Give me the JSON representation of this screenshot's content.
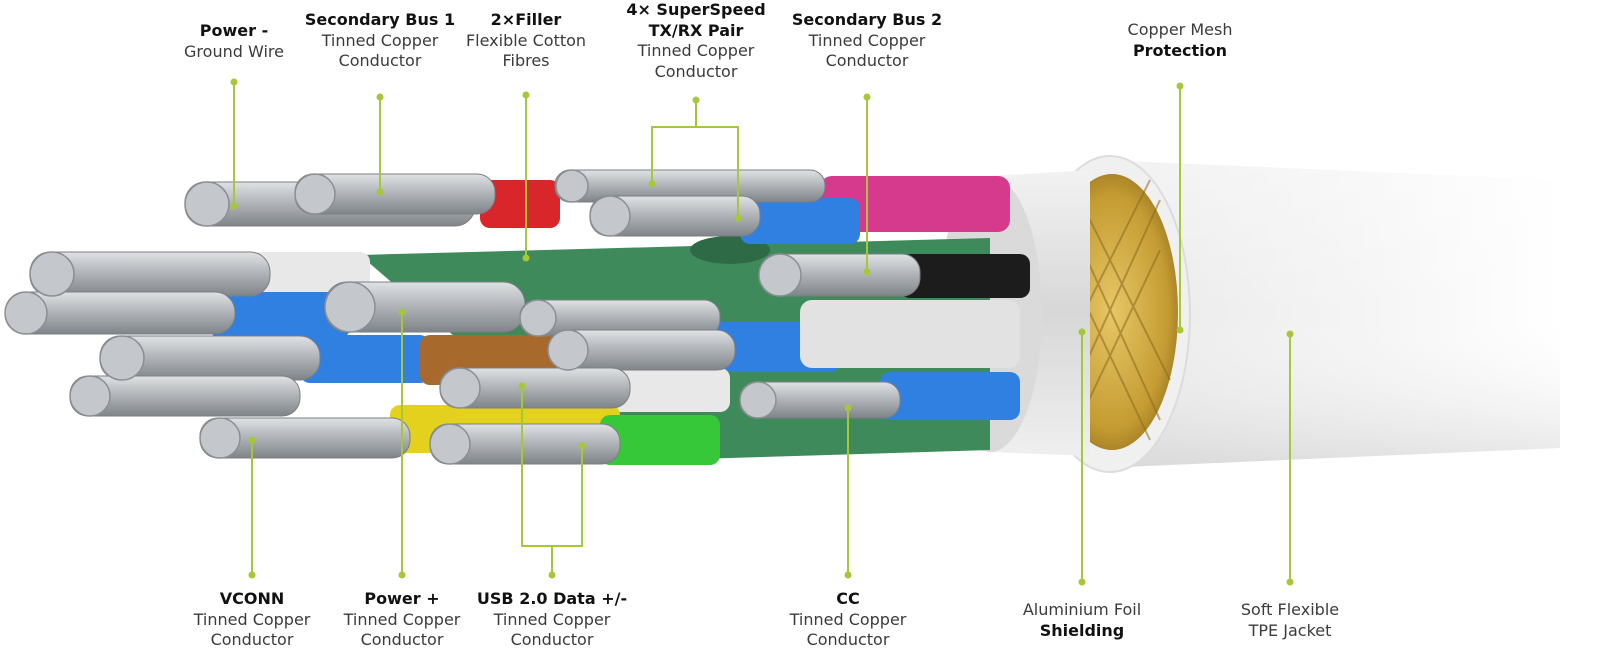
{
  "labels": {
    "power_ground": {
      "title": "Power -",
      "lines": [
        "Ground Wire"
      ]
    },
    "secondary_bus_1": {
      "title": "Secondary Bus 1",
      "lines": [
        "Tinned Copper",
        "Conductor"
      ]
    },
    "filler": {
      "title": "2×Filler",
      "lines": [
        "Flexible Cotton",
        "Fibres"
      ]
    },
    "superspeed": {
      "title": "4× SuperSpeed",
      "title2": "TX/RX Pair",
      "lines": [
        "Tinned Copper",
        "Conductor"
      ]
    },
    "secondary_bus_2": {
      "title": "Secondary Bus 2",
      "lines": [
        "Tinned Copper",
        "Conductor"
      ]
    },
    "copper_mesh": {
      "line1": "Copper Mesh",
      "bold": "Protection"
    },
    "vconn": {
      "title": "VCONN",
      "lines": [
        "Tinned Copper",
        "Conductor"
      ]
    },
    "power_plus": {
      "title": "Power +",
      "lines": [
        "Tinned Copper",
        "Conductor"
      ]
    },
    "usb2": {
      "title": "USB 2.0 Data +/-",
      "lines": [
        "Tinned Copper",
        "Conductor"
      ]
    },
    "cc": {
      "title": "CC",
      "lines": [
        "Tinned Copper",
        "Conductor"
      ]
    },
    "foil": {
      "line1": "Aluminium Foil",
      "bold": "Shielding"
    },
    "jacket": {
      "lines": [
        "Soft Flexible",
        "TPE Jacket"
      ]
    }
  },
  "colors": {
    "leader": "#a6c838",
    "jacket": "#eeeeee",
    "braid": "#c9a23c",
    "foil": "#e4e4e4",
    "green_wrap": "#3e8a5a",
    "wire_red": "#d8262a",
    "wire_magenta": "#d63a8c",
    "wire_blue": "#2f80e0",
    "wire_black": "#1c1c1c",
    "wire_yellow": "#e3d11e",
    "wire_lime": "#37c83a",
    "wire_orange": "#a86a2c",
    "wire_white": "#e8e8e8",
    "strand_silver": "#b8bcc0"
  }
}
